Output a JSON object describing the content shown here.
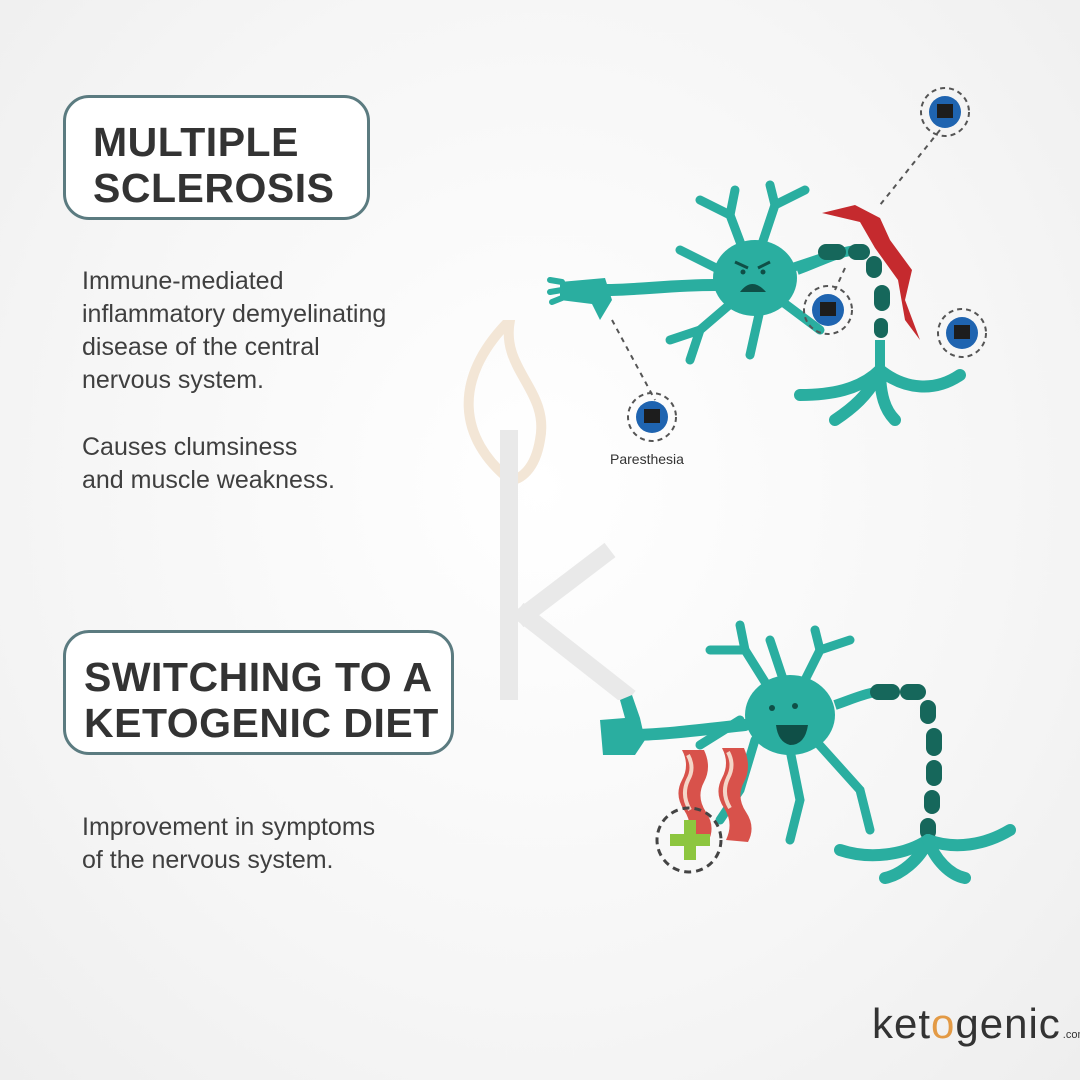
{
  "section1": {
    "title_line1": "MULTIPLE",
    "title_line2": "SCLEROSIS",
    "desc_lines": [
      "Immune-mediated",
      "inflammatory demyelinating",
      "disease of the central",
      "nervous system."
    ],
    "desc2_lines": [
      "Causes clumsiness",
      "and muscle weakness."
    ]
  },
  "section2": {
    "title_line1": "SWITCHING TO A",
    "title_line2": "KETOGENIC DIET",
    "desc_lines": [
      "Improvement in symptoms",
      "of the nervous system."
    ]
  },
  "diagram": {
    "paresthesia_label": "Paresthesia"
  },
  "logo": {
    "text_before": "ket",
    "text_drop": "o",
    "text_after": "genic",
    "suffix": ".com"
  },
  "colors": {
    "neuron": "#2aaea0",
    "myelin": "#16675b",
    "lightning": "#c52a2e",
    "virus": "#1f64b0",
    "plus": "#8dc63f",
    "border": "#5b7b80"
  },
  "icons": [
    "neuron-icon",
    "lightning-icon",
    "virus-icon",
    "bacon-icon",
    "plus-icon",
    "k-watermark-icon"
  ]
}
